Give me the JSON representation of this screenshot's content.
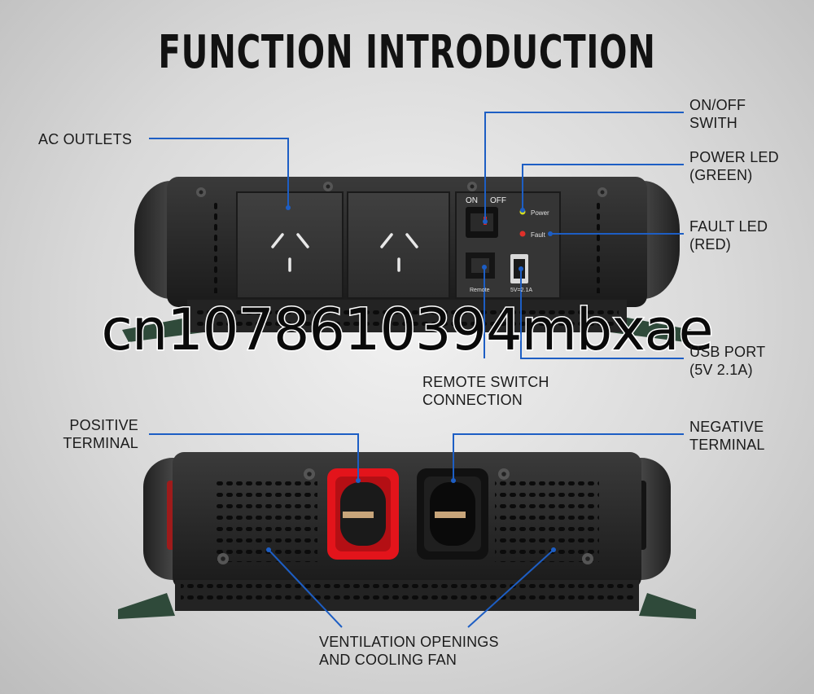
{
  "title": "FUNCTION INTRODUCTION",
  "labels": {
    "ac_outlets": "AC OUTLETS",
    "on_off_1": "ON/OFF",
    "on_off_2": "SWITH",
    "power_led_1": "POWER LED",
    "power_led_2": "(GREEN)",
    "fault_led_1": "FAULT LED",
    "fault_led_2": "(RED)",
    "usb_port_1": "USB PORT",
    "usb_port_2": "(5V 2.1A)",
    "remote_1": "REMOTE SWITCH",
    "remote_2": "CONNECTION",
    "positive_1": "POSITIVE",
    "positive_2": "TERMINAL",
    "negative_1": "NEGATIVE",
    "negative_2": "TERMINAL",
    "vent_1": "VENTILATION OPENINGS",
    "vent_2": "AND COOLING FAN"
  },
  "panel": {
    "on": "ON",
    "off": "OFF",
    "power": "Power",
    "fault": "Fault",
    "remote": "Remote",
    "usb": "5V=2.1A"
  },
  "watermark": "cn1078610394mbxae",
  "colors": {
    "callout_line": "#1d5ec4",
    "power_led": "#d8e021",
    "fault_led": "#e0302a",
    "positive_terminal": "#e3141b",
    "negative_terminal": "#111111"
  }
}
